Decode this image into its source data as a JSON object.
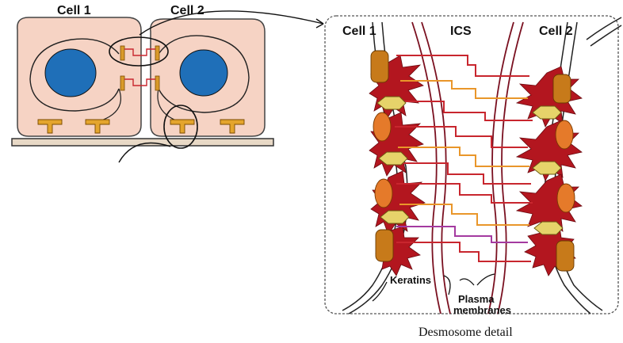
{
  "left_panel": {
    "cell1_label": "Cell 1",
    "cell2_label": "Cell 2"
  },
  "detail_panel": {
    "cell1_label": "Cell 1",
    "ics_label": "ICS",
    "cell2_label": "Cell 2",
    "keratins_label": "Keratins",
    "plasma_label_line1": "Plasma",
    "plasma_label_line2": "membranes",
    "caption": "Desmosome detail"
  },
  "colors": {
    "cell_fill": "#f6d3c4",
    "nucleus": "#1f6fb8",
    "plaque_red": "#b3161f",
    "plaque_orange": "#c77a1a",
    "plaque_yellow": "#e6d36a",
    "linker_red": "#c8262e",
    "linker_orange": "#e9962a",
    "linker_purple": "#a43aa0",
    "membrane": "#7a1020"
  }
}
